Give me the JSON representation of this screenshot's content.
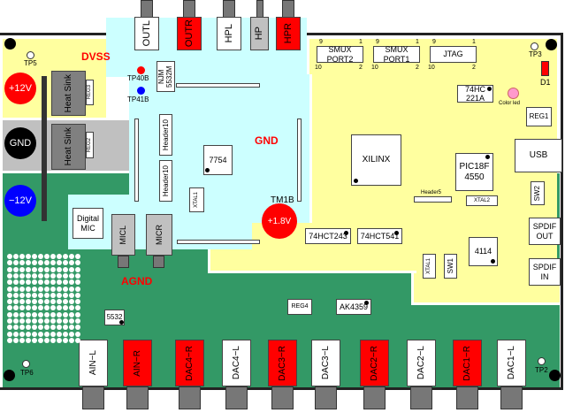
{
  "colors": {
    "dvss_yellow": "#ffff9f",
    "digital_yellow": "#ffff9f",
    "gnd_cyan": "#ccffff",
    "agnd_green": "#339966",
    "gnd_gray": "#c0c0c0",
    "jack_red": "#ff0000",
    "jack_gray": "#c0c0c0",
    "plus_rail": "#ff0000",
    "minus_rail": "#0000ff",
    "color_led": "#ff99cc"
  },
  "regions": {
    "dvss": "DVSS",
    "gnd": "GND",
    "agnd": "AGND"
  },
  "power": {
    "plus12": "+12V",
    "gnd": "GND",
    "minus12": "−12V",
    "plus18": "+1.8V",
    "tm1b": "TM1B"
  },
  "heatsinks": {
    "hs1": "Heat Sink",
    "hs2": "Heat Sink",
    "reg3": "REG3",
    "reg2": "REG2"
  },
  "test_points": {
    "tp5": "TP5",
    "tp40b": "TP40B",
    "tp41b": "TP41B",
    "tp3": "TP3",
    "tp6": "TP6",
    "tp2": "TP2"
  },
  "top_jacks": [
    "OUTL",
    "OUTR",
    "HPL",
    "HP",
    "HPR"
  ],
  "bottom_jacks": [
    "AIN−L",
    "AIN−R",
    "DAC4−R",
    "DAC4−L",
    "DAC3−R",
    "DAC3−L",
    "DAC2−R",
    "DAC2−L",
    "DAC1−R",
    "DAC1−L"
  ],
  "components": {
    "njm": "NJM 5532M",
    "header10a": "Header10",
    "header10b": "Header10",
    "u7754": "7754",
    "xtal1_left": "XTAL1",
    "digital_mic": "Digital MIC",
    "micl": "MICL",
    "micr": "MICR",
    "u5532": "5532",
    "reg4": "REG4",
    "ak4359": "AK4359",
    "hct243": "74HCT243",
    "hct541": "74HCT541",
    "xtal1_right": "XTAL1",
    "sw1": "SW1",
    "u4114": "4114",
    "spdif_out": "SPDIF OUT",
    "spdif_in": "SPDIF IN",
    "sw2": "SW2",
    "usb": "USB",
    "reg1": "REG1",
    "d1": "D1",
    "smux2": "SMUX PORT2",
    "smux1": "SMUX PORT1",
    "jtag": "JTAG",
    "hc221": "74HC 221A",
    "color_led": "Color led",
    "xilinx": "XILINX",
    "pic": "PIC18F 4550",
    "header5": "Header5",
    "xtal2": "XTAL2"
  },
  "pin_labels": {
    "p9": "9",
    "p1": "1",
    "p10": "10",
    "p2": "2"
  }
}
